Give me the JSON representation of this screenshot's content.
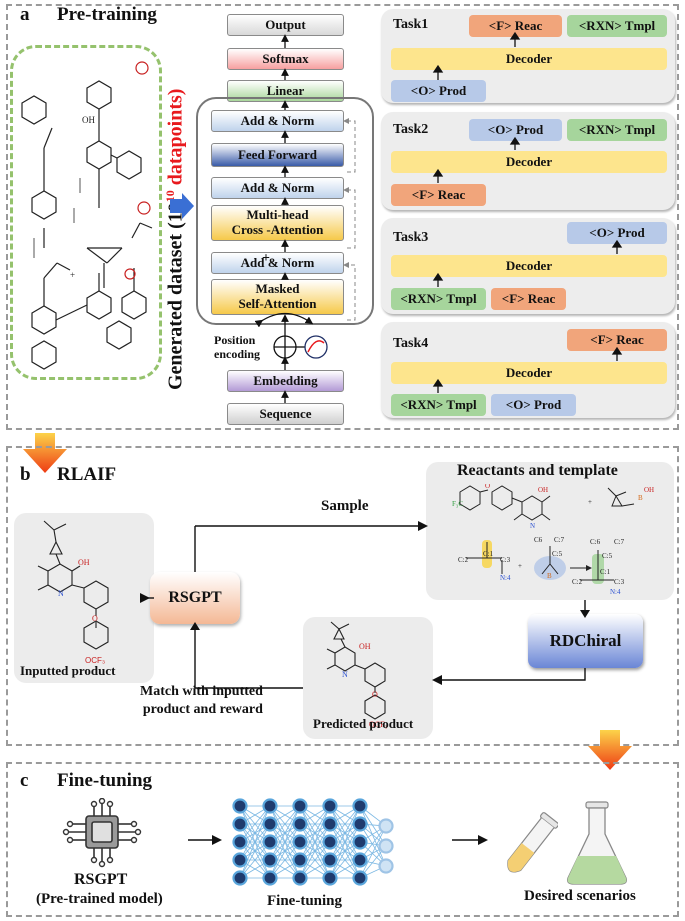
{
  "panel_a": {
    "letter": "a",
    "title": "Pre-training",
    "dataset_label_pre": "Generated dataset (10",
    "dataset_label_exp": "10",
    "dataset_label_red": " datapoints)",
    "dataset_label_base_red": "10",
    "dataset_label_close": ")",
    "transformer": {
      "output": "Output",
      "softmax": "Softmax",
      "linear": "Linear",
      "add_norm_1": "Add & Norm",
      "feed_forward": "Feed  Forward",
      "add_norm_2": "Add & Norm",
      "cross_attention_l1": "Multi-head",
      "cross_attention_l2": "Cross -Attention",
      "add_norm_3": "Add & Norm",
      "masked_l1": "Masked",
      "masked_l2": "Self-Attention",
      "position_l1": "Position",
      "position_l2": "encoding",
      "embedding": "Embedding",
      "sequence": "Sequence"
    },
    "tasks": [
      {
        "name": "Task1",
        "decoder": "Decoder",
        "top1": "<F> Reac",
        "top2": "<RXN> Tmpl",
        "bottom1": "<O> Prod"
      },
      {
        "name": "Task2",
        "decoder": "Decoder",
        "top1": "<O> Prod",
        "top2": "<RXN> Tmpl",
        "bottom1": "<F> Reac"
      },
      {
        "name": "Task3",
        "decoder": "Decoder",
        "top1": "<O> Prod",
        "bottom1": "<RXN> Tmpl",
        "bottom2": "<F> Reac"
      },
      {
        "name": "Task4",
        "decoder": "Decoder",
        "top1": "<F> Reac",
        "bottom1": "<RXN> Tmpl",
        "bottom2": "<O> Prod"
      }
    ]
  },
  "panel_b": {
    "letter": "b",
    "title": "RLAIF",
    "inputted_product": "Inputted product",
    "rsgpt": "RSGPT",
    "sample": "Sample",
    "reactants_template": "Reactants and template",
    "rdchiral": "RDChiral",
    "predicted_product": "Predicted product",
    "match_l1": "Match with inputted",
    "match_l2": "product and reward",
    "atoms": {
      "c2a": "C:2",
      "c1a": "C:1",
      "c3a": "C:3",
      "n4a": "N:4",
      "c5b": "C:5",
      "c6b": "C6",
      "c7b": "C:7",
      "b": "B",
      "c6c": "C:6",
      "c7c": "C:7",
      "c5c": "C:5",
      "c1c": "C:1",
      "c2c": "C:2",
      "c3c": "C:3",
      "n4c": "N:4",
      "f3c": "F₃C",
      "ocf3": "OCF₃",
      "oh": "OH",
      "b2": "B",
      "o1": "O"
    }
  },
  "panel_c": {
    "letter": "c",
    "title": "Fine-tuning",
    "rsgpt": "RSGPT",
    "pretrained": "(Pre-trained model)",
    "finetuning": "Fine-tuning",
    "desired": "Desired scenarios"
  },
  "colors": {
    "dashed_border": "#9a9a9a",
    "title_red": "#e8191d",
    "decoder": "#fde58d",
    "product": "#b7c9e8",
    "reactant": "#f1a57b",
    "template": "#a6d59c",
    "arrow_orange": "#f07a18",
    "blue_arrow": "#3a6fd4"
  }
}
